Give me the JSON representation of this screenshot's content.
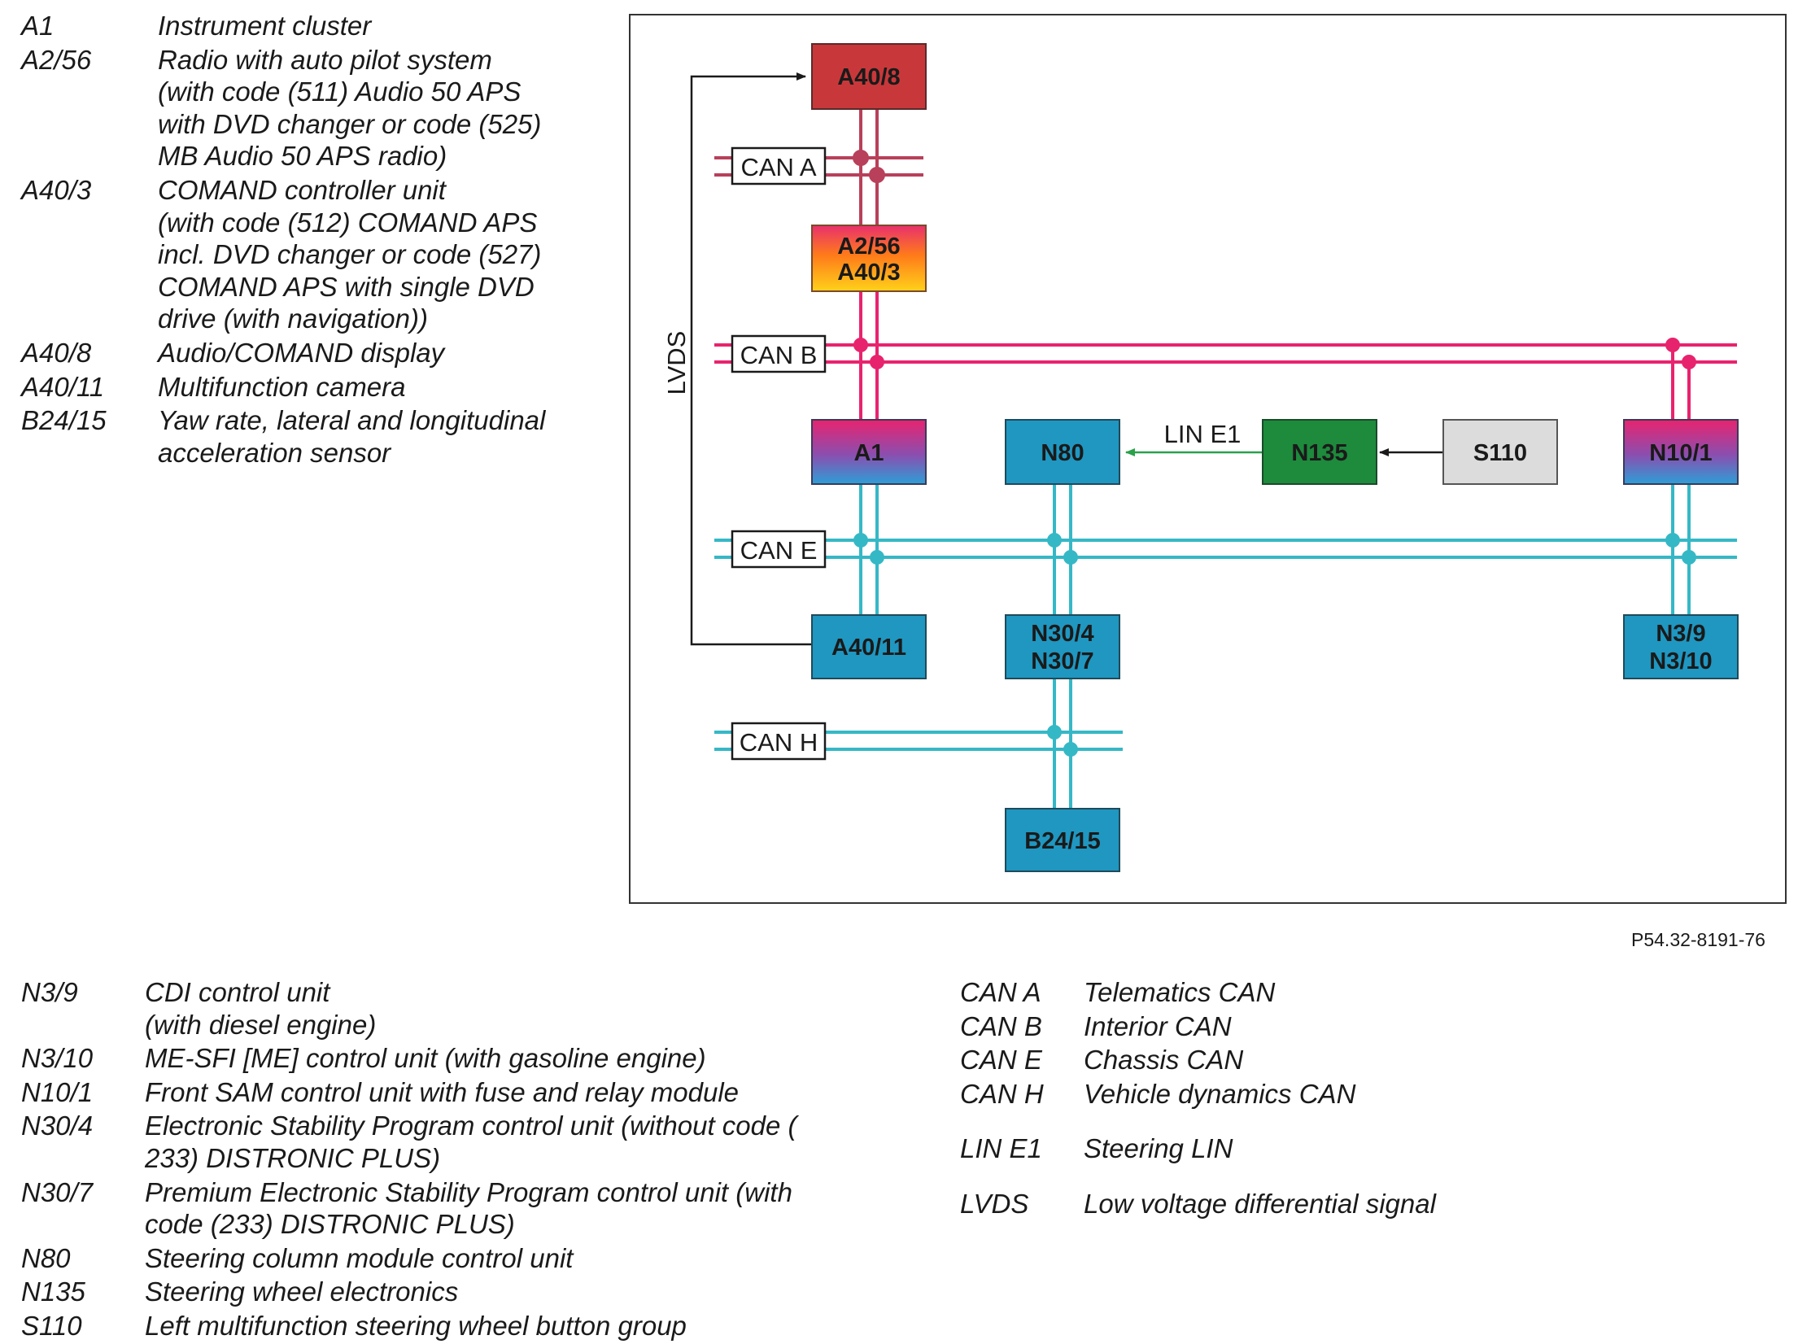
{
  "legend_top": [
    {
      "code": "A1",
      "lines": [
        "Instrument cluster"
      ]
    },
    {
      "code": "A2/56",
      "lines": [
        "Radio with auto pilot system",
        "(with code (511) Audio 50 APS",
        "with DVD changer or code (525)",
        "MB Audio 50 APS radio)"
      ]
    },
    {
      "code": "A40/3",
      "lines": [
        "COMAND controller unit",
        "(with code (512) COMAND APS",
        "incl. DVD changer or code (527)",
        "COMAND APS with single DVD",
        "drive (with navigation))"
      ]
    },
    {
      "code": "A40/8",
      "lines": [
        "Audio/COMAND display"
      ]
    },
    {
      "code": "A40/11",
      "lines": [
        "Multifunction camera"
      ]
    },
    {
      "code": "B24/15",
      "lines": [
        "Yaw rate, lateral and longitudinal",
        "acceleration sensor"
      ]
    }
  ],
  "legend_bottom": [
    {
      "code": "N3/9",
      "lines": [
        "CDI control unit",
        "(with diesel engine)"
      ]
    },
    {
      "code": "N3/10",
      "lines": [
        "ME-SFI [ME] control unit (with gasoline engine)"
      ]
    },
    {
      "code": "N10/1",
      "lines": [
        "Front SAM control unit with fuse and relay module"
      ]
    },
    {
      "code": "N30/4",
      "lines": [
        "Electronic Stability Program control unit (without code (",
        "233) DISTRONIC PLUS)"
      ]
    },
    {
      "code": "N30/7",
      "lines": [
        "Premium Electronic Stability Program control unit (with",
        "code (233) DISTRONIC PLUS)"
      ]
    },
    {
      "code": "N80",
      "lines": [
        "Steering column module control unit"
      ]
    },
    {
      "code": "N135",
      "lines": [
        "Steering wheel electronics"
      ]
    },
    {
      "code": "S110",
      "lines": [
        "Left multifunction steering wheel button group"
      ]
    }
  ],
  "legend_right": [
    {
      "code": "CAN A",
      "desc": "Telematics CAN"
    },
    {
      "code": "CAN B",
      "desc": "Interior CAN"
    },
    {
      "code": "CAN E",
      "desc": "Chassis CAN"
    },
    {
      "code": "CAN H",
      "desc": "Vehicle dynamics CAN"
    },
    {
      "code": "LIN E1",
      "desc": "Steering LIN"
    },
    {
      "code": "LVDS",
      "desc": "Low voltage differential signal"
    }
  ],
  "figure_id": "P54.32-8191-76",
  "diagram": {
    "bus_labels": {
      "can_a": "CAN A",
      "can_b": "CAN B",
      "can_e": "CAN E",
      "can_h": "CAN H"
    },
    "lin_label": "LIN E1",
    "lvds_label": "LVDS",
    "blocks": {
      "a40_8": [
        "A40/8"
      ],
      "a2_56": [
        "A2/56",
        "A40/3"
      ],
      "a1": [
        "A1"
      ],
      "n80": [
        "N80"
      ],
      "n135": [
        "N135"
      ],
      "s110": [
        "S110"
      ],
      "n10_1": [
        "N10/1"
      ],
      "a40_11": [
        "A40/11"
      ],
      "n30": [
        "N30/4",
        "N30/7"
      ],
      "n3": [
        "N3/9",
        "N3/10"
      ],
      "b24_15": [
        "B24/15"
      ]
    },
    "colors": {
      "can_a": "#b8405a",
      "can_b": "#e8236e",
      "can_e": "#35b8c6",
      "can_h": "#35b8c6",
      "lin": "#2aa14a",
      "blue_block": "#1f97c1",
      "green_block": "#1e8a3c",
      "grey_block": "#dcdcdc",
      "red_block": "#c8383a"
    }
  }
}
